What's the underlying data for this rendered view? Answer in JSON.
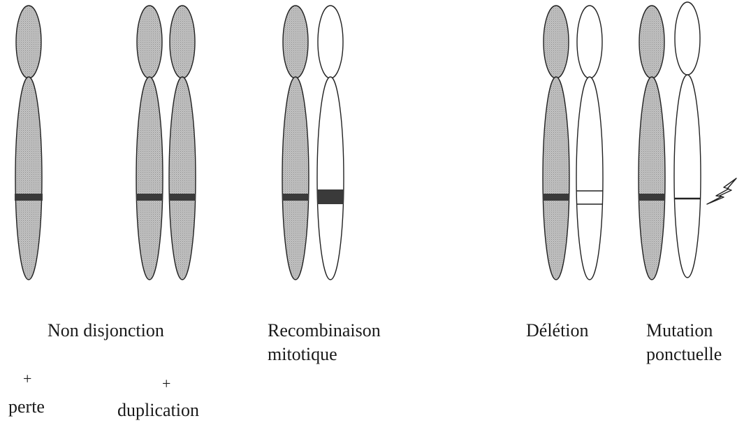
{
  "colors": {
    "shaded": "#bdbdbd",
    "outline": "#222222",
    "band": "#3a3a3a",
    "unshaded": "#ffffff"
  },
  "labels": {
    "non_disjonction": "Non disjonction",
    "recombinaison_line1": "Recombinaison",
    "recombinaison_line2": "mitotique",
    "deletion": "Délétion",
    "mutation_line1": "Mutation",
    "mutation_line2": "ponctuelle",
    "plus_perte": "+",
    "perte": "perte",
    "plus_duplication": "+",
    "duplication": "duplication"
  },
  "icons": {
    "mutation_marker": "lightning-bolt-icon"
  }
}
